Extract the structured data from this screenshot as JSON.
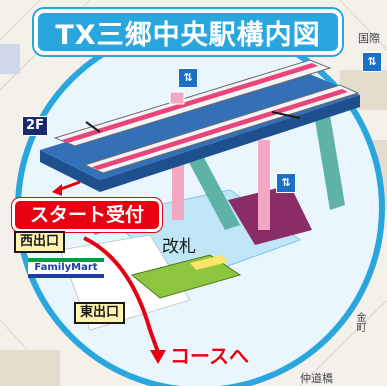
{
  "map": {
    "title": "TX三郷中央駅構内図",
    "floor_label": "2F",
    "start_label": "スタート受付",
    "west_exit_label": "西出口",
    "east_exit_label": "東出口",
    "store_label": "FamilyMart",
    "gate_label": "改札",
    "course_label": "コースへ",
    "side_label_top_right": "国際",
    "side_label_bottom": "仲道橋",
    "side_label_right": "金町",
    "elevator_glyph": "⇅",
    "colors": {
      "accent": "#2aa6df",
      "route": "#e60012",
      "exit_tag": "#fff3b0",
      "circle": "#eaf6fd",
      "train_stripe": "#e8457a"
    },
    "icons": [
      "elevator-icon",
      "elevator-icon",
      "elevator-icon"
    ]
  }
}
